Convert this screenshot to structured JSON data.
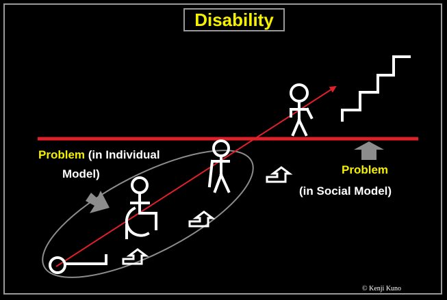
{
  "title": "Disability",
  "individual_model": {
    "problem_word": "Problem",
    "paren_part1": "(in Individual",
    "paren_part2": "Model)"
  },
  "social_model": {
    "problem_word": "Problem",
    "paren_text": "(in Social Model)"
  },
  "copyright": "© Kenji Kuno",
  "colors": {
    "title": "#f5f000",
    "problem_label": "#f5f000",
    "threshold_line": "#e0202a",
    "arrow_gray": "#8c8c8c",
    "figures": "#ffffff"
  },
  "icons": [
    "lying-person-icon",
    "wheelchair-user-icon",
    "crutch-user-icon",
    "walking-person-icon",
    "staircase-icon",
    "step-up-arrow-icon",
    "down-arrow-icon",
    "up-arrow-icon"
  ]
}
